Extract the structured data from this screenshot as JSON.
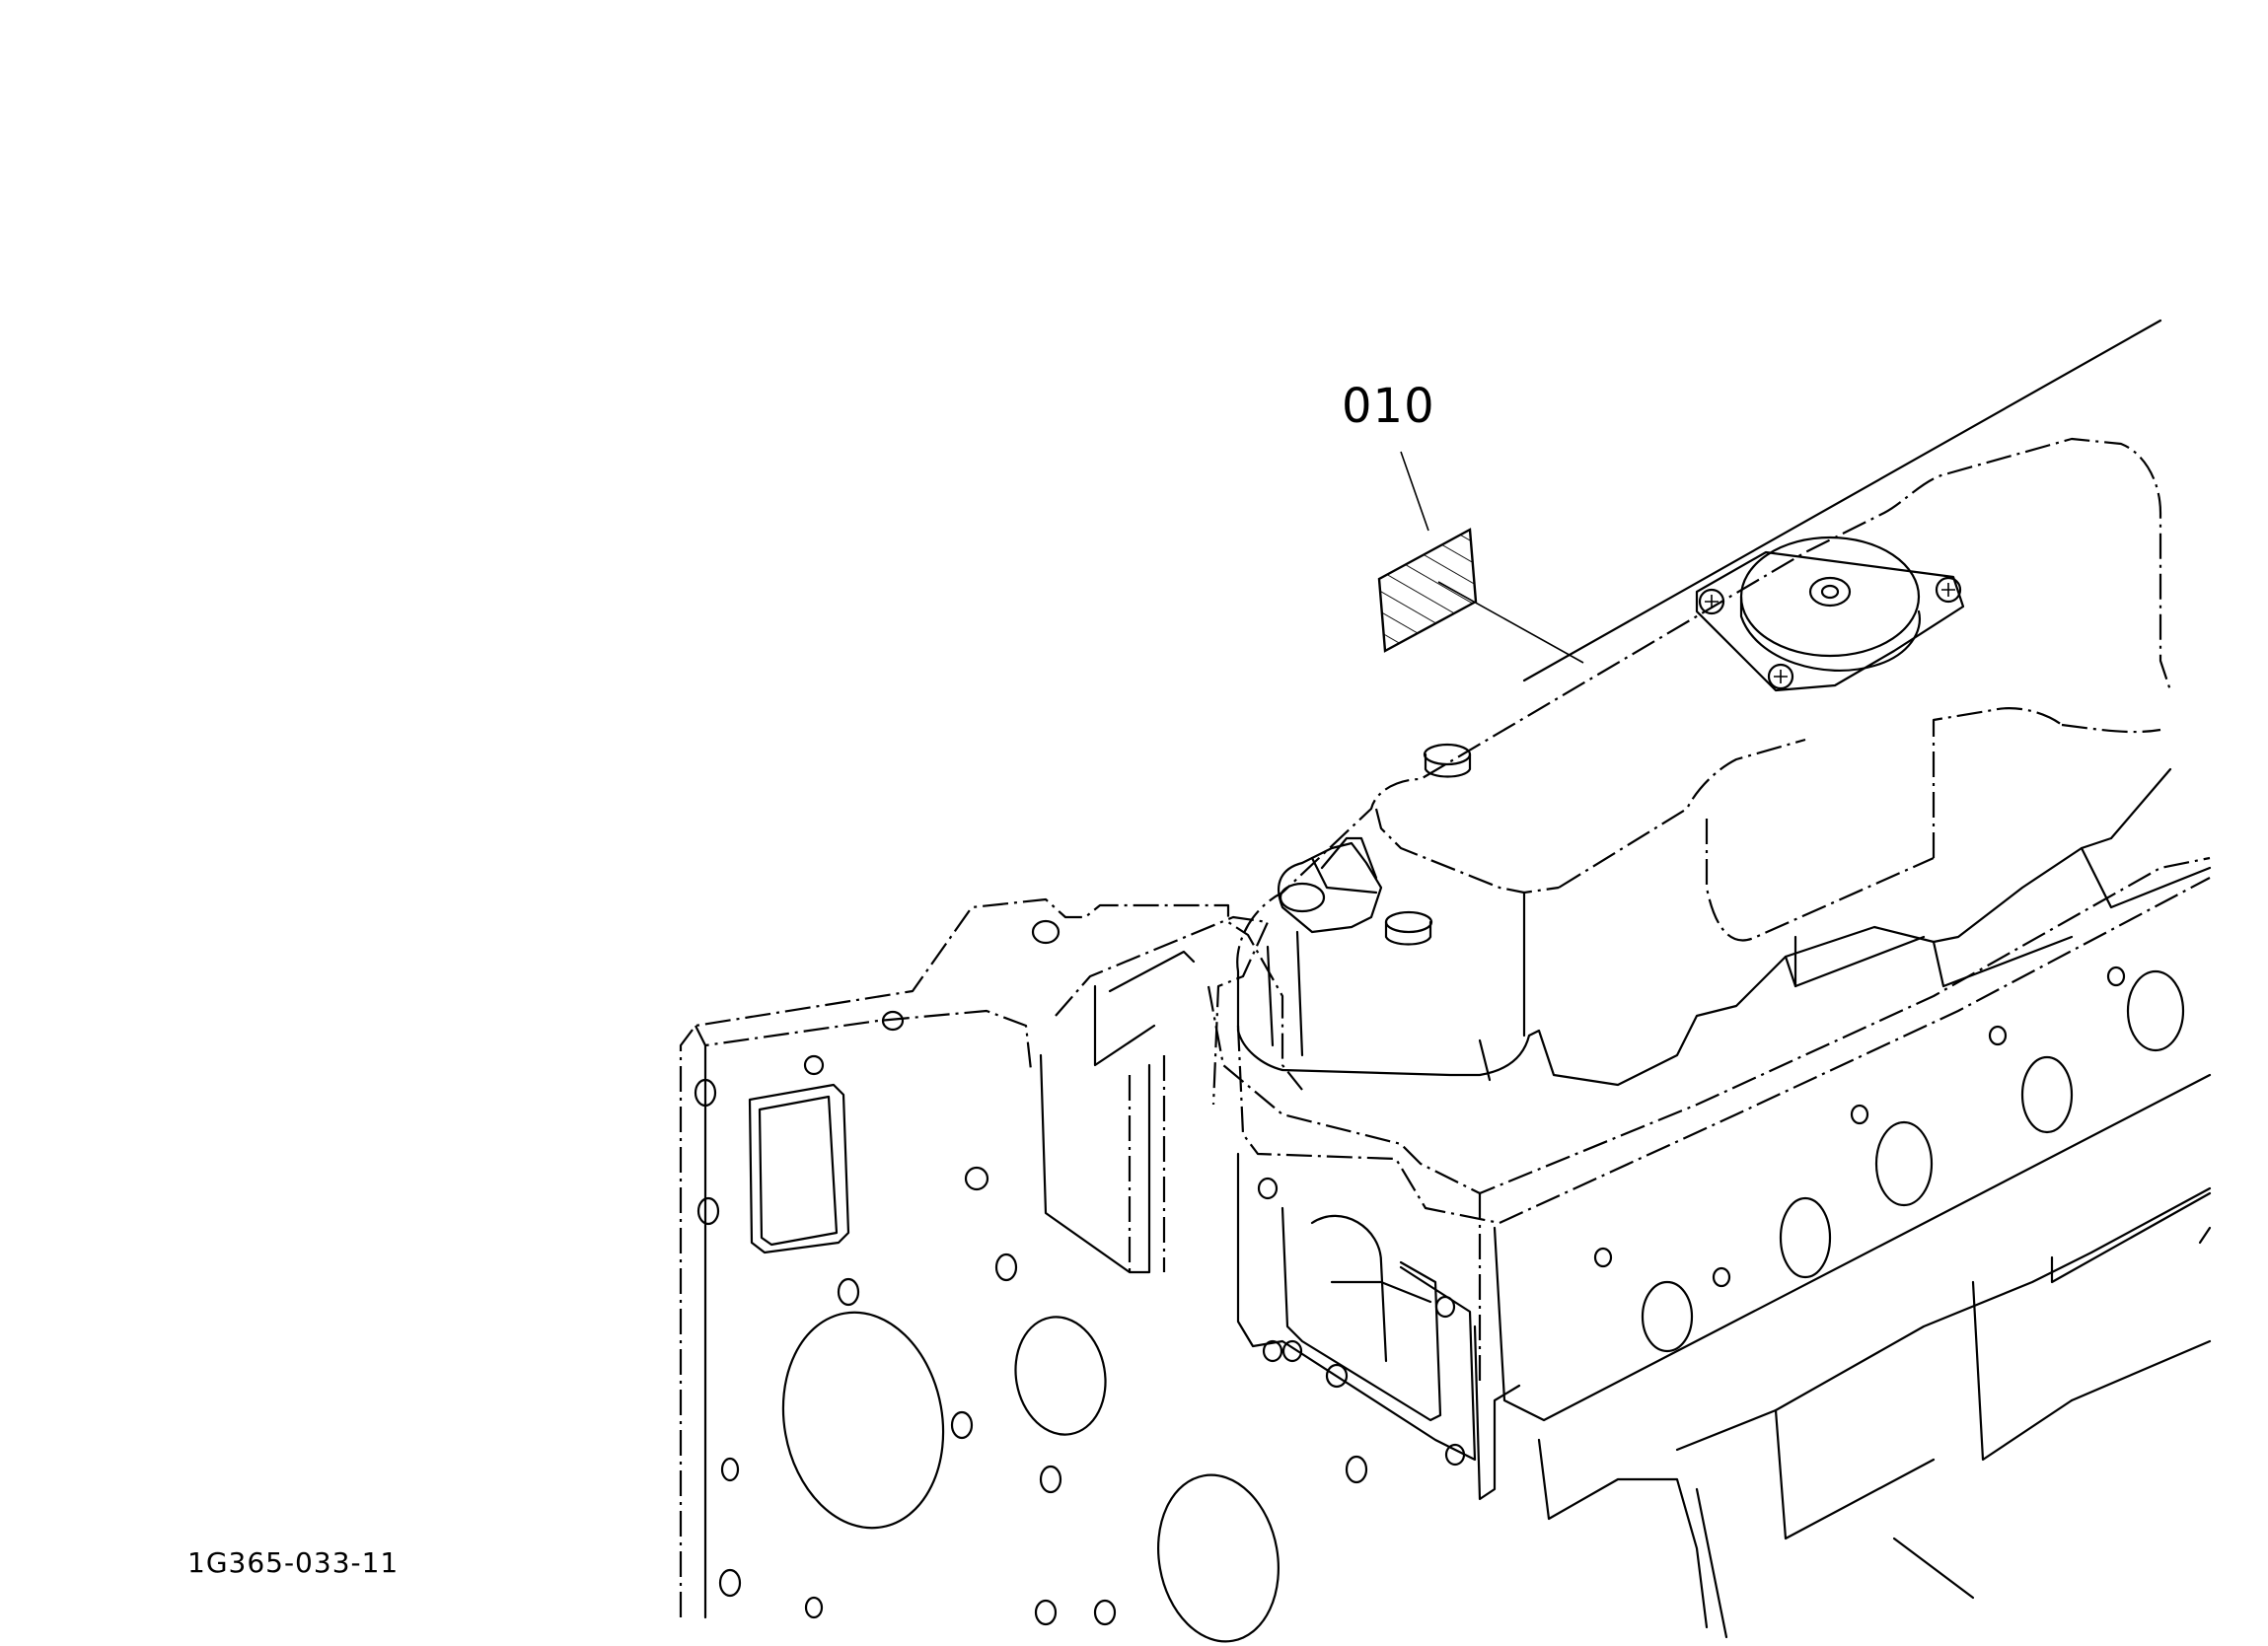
{
  "diagram": {
    "callouts": [
      {
        "label": "010",
        "part": "label-decal"
      }
    ],
    "figure_code": "1G365-033-11"
  },
  "colors": {
    "line": "#000000",
    "background": "#ffffff"
  }
}
